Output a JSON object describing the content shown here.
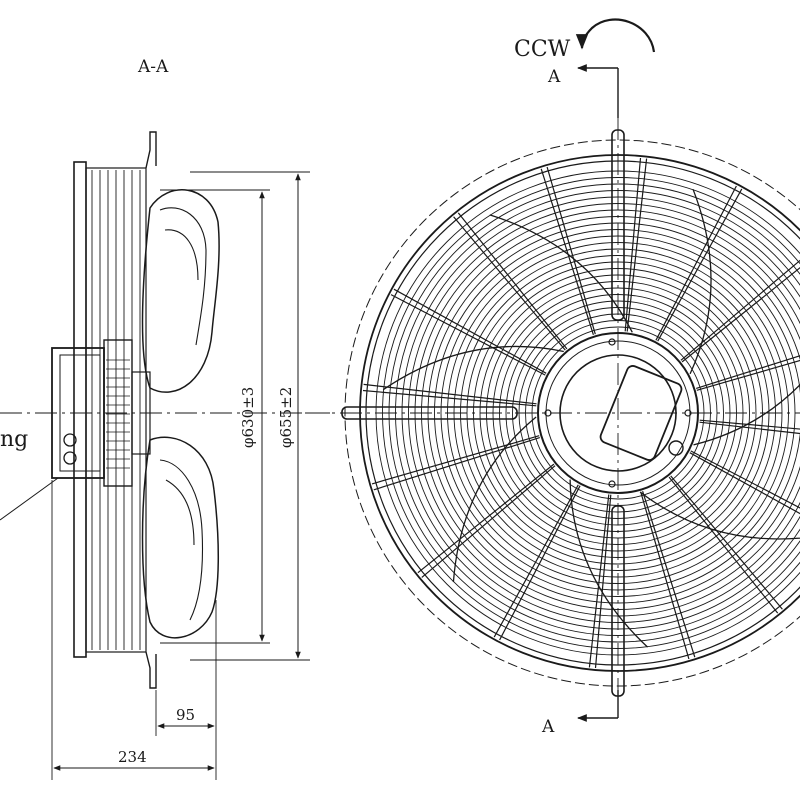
{
  "section_title": "A-A",
  "rotation_label": "CCW",
  "section_marks": [
    "A",
    "A"
  ],
  "dimensions": {
    "d_inner": "φ630±3",
    "d_outer": "φ655±2",
    "depth_blade": "95",
    "depth_total": "234"
  },
  "cropped_texts": [
    "ng"
  ],
  "colors": {
    "ink": "#1a1a1a",
    "paper": "#ffffff"
  }
}
